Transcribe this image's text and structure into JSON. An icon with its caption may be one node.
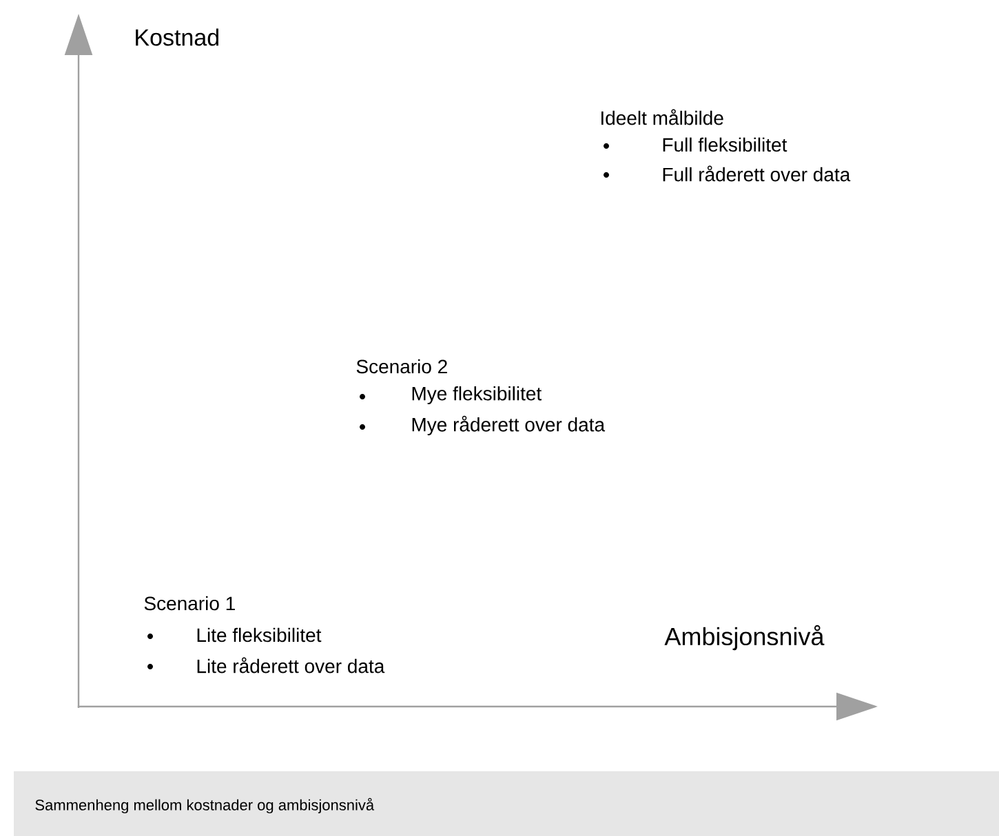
{
  "diagram": {
    "caption": "Sammenheng mellom kostnader og ambisjonsnivå",
    "labels": [
      "Kostnad",
      "Ideelt målbilde",
      "Full fleksibilitet",
      "Full råderett over data",
      "Scenario 2",
      "Mye fleksibilitet",
      "Mye råderett over data",
      "Scenario 1",
      "Lite fleksibilitet",
      "Lite råderett over data",
      "Ambisjonsnivå"
    ]
  }
}
